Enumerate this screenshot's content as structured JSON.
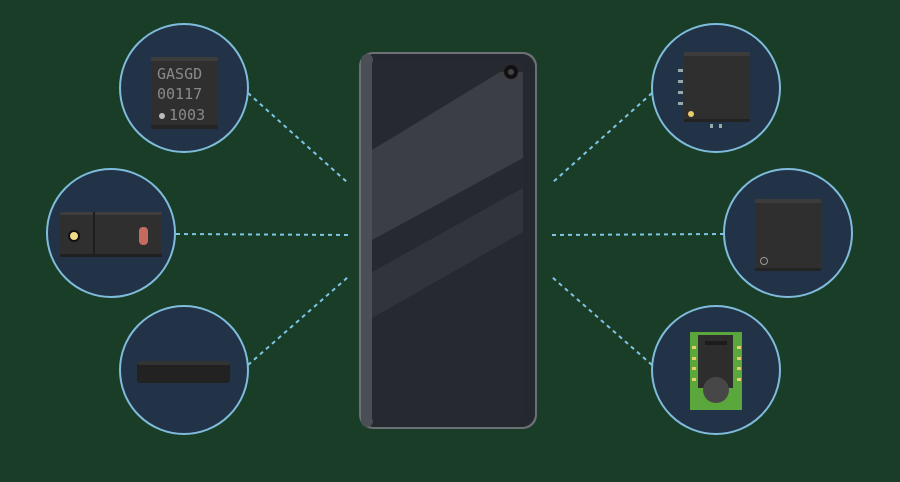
{
  "colors": {
    "background": "#1a3d28",
    "circle_fill": "#223347",
    "circle_stroke": "#7fbcdc",
    "connector": "#7fc4e6",
    "phone_body": "#2a2d33",
    "pcb": "#5aa83c",
    "pin": "#e8cc6a"
  },
  "components": {
    "gas_sensor": {
      "line1": "GASGD",
      "line2": "00117",
      "line3": "1003"
    }
  }
}
